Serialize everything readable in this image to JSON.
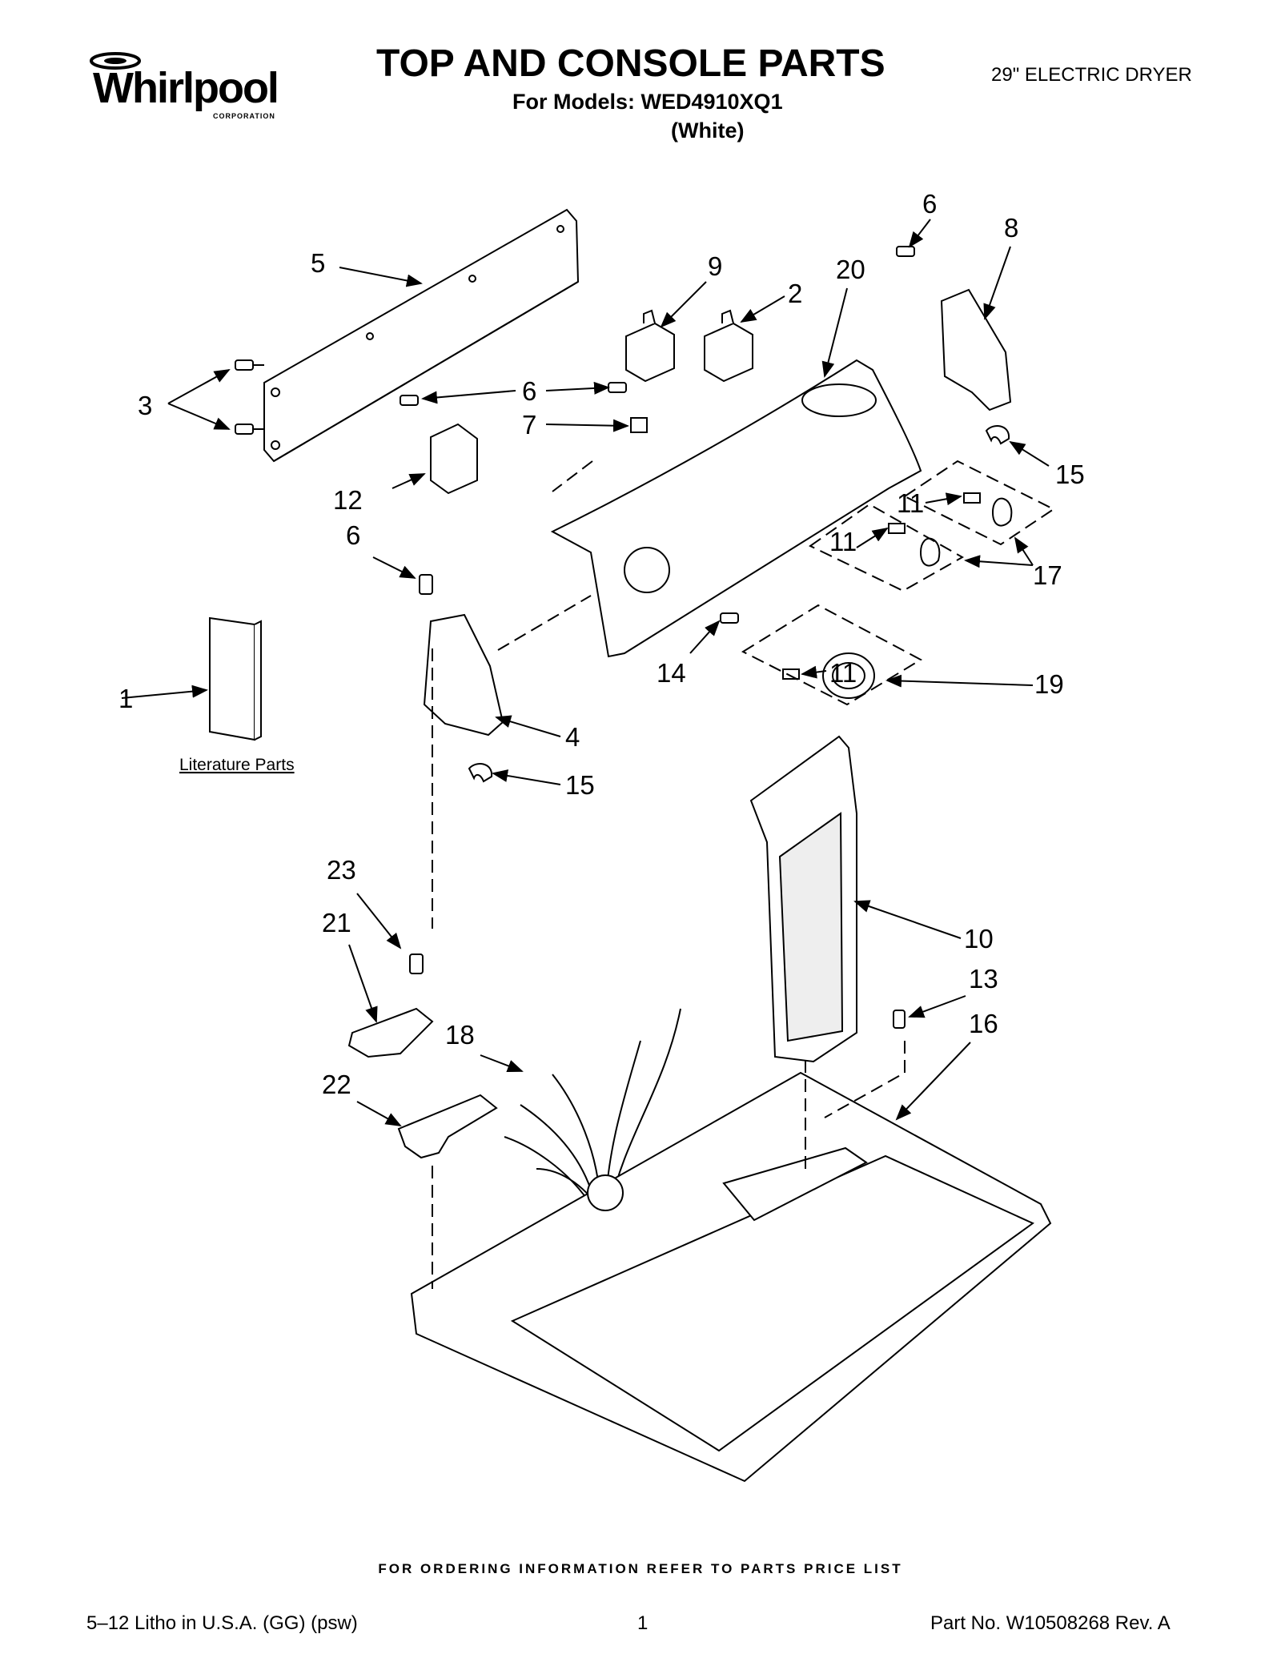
{
  "header": {
    "logo_text": "Whirlpool",
    "logo_subtext": "CORPORATION",
    "title": "TOP AND CONSOLE PARTS",
    "models_line": "For Models: WED4910XQ1",
    "variant": "(White)",
    "product": "29\" ELECTRIC DRYER"
  },
  "diagram": {
    "callouts": {
      "c1": "1",
      "c2": "2",
      "c3": "3",
      "c4": "4",
      "c5": "5",
      "c6a": "6",
      "c6b": "6",
      "c6c": "6",
      "c7": "7",
      "c8": "8",
      "c9": "9",
      "c10": "10",
      "c11a": "11",
      "c11b": "11",
      "c11c": "11",
      "c12": "12",
      "c13": "13",
      "c14": "14",
      "c15a": "15",
      "c15b": "15",
      "c16": "16",
      "c17": "17",
      "c18": "18",
      "c19": "19",
      "c20": "20",
      "c21": "21",
      "c22": "22",
      "c23": "23"
    },
    "literature_label": "Literature Parts"
  },
  "footer": {
    "ordering": "FOR ORDERING INFORMATION REFER TO PARTS PRICE LIST",
    "litho": "5–12 Litho in U.S.A. (GG) (psw)",
    "page": "1",
    "part_no": "Part No. W10508268 Rev. A"
  }
}
